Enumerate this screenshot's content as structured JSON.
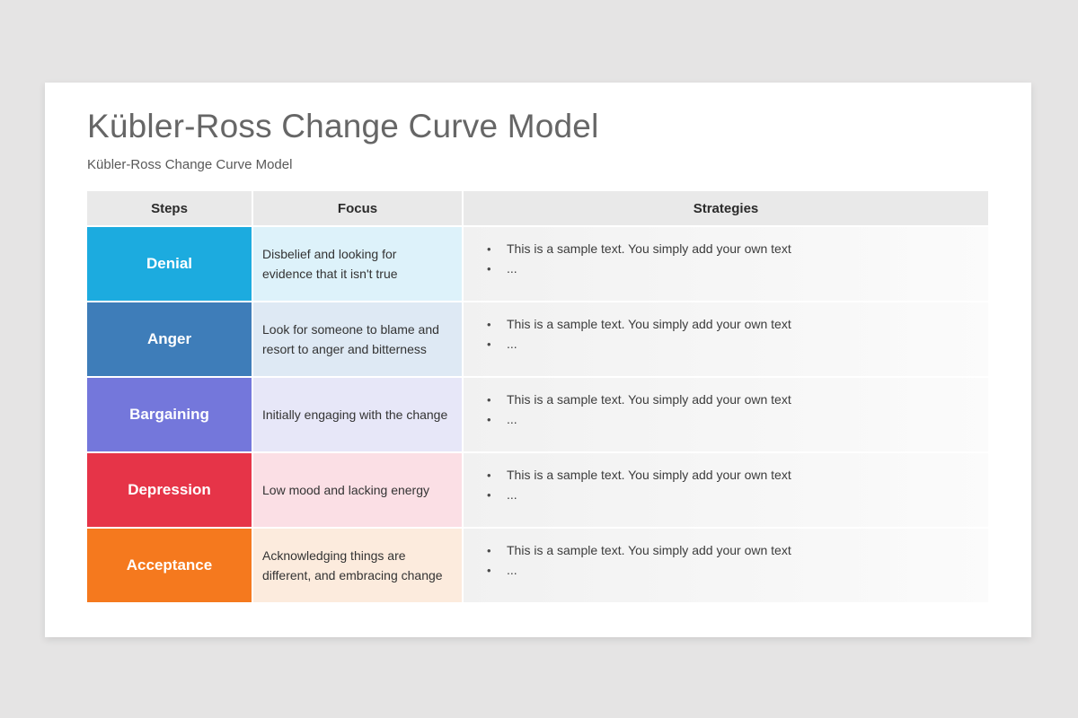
{
  "page": {
    "title": "Kübler-Ross Change Curve Model",
    "subtitle": "Kübler-Ross Change Curve Model"
  },
  "table": {
    "headers": {
      "steps": "Steps",
      "focus": "Focus",
      "strategies": "Strategies"
    },
    "rows": [
      {
        "step": "Denial",
        "step_color": "#1cabdf",
        "focus_bg": "#ddf2fa",
        "focus": "Disbelief and looking for evidence that it isn't true",
        "strategies": [
          "This is a sample text. You simply add your own text",
          "..."
        ]
      },
      {
        "step": "Anger",
        "step_color": "#3e7db9",
        "focus_bg": "#dee9f4",
        "focus": "Look for someone to blame and resort to anger and bitterness",
        "strategies": [
          "This is a sample text. You simply add your own text",
          "..."
        ]
      },
      {
        "step": "Bargaining",
        "step_color": "#7477db",
        "focus_bg": "#e7e7f8",
        "focus": "Initially engaging with the change",
        "strategies": [
          "This is a sample text. You simply add your own text",
          "..."
        ]
      },
      {
        "step": "Depression",
        "step_color": "#e63448",
        "focus_bg": "#fbdfe5",
        "focus": "Low mood and lacking energy",
        "strategies": [
          "This is a sample text. You simply add your own text",
          "..."
        ]
      },
      {
        "step": "Acceptance",
        "step_color": "#f5791e",
        "focus_bg": "#fcebdd",
        "focus": "Acknowledging things are different, and embracing change",
        "strategies": [
          "This is a sample text. You simply add your own text",
          "..."
        ]
      }
    ]
  }
}
